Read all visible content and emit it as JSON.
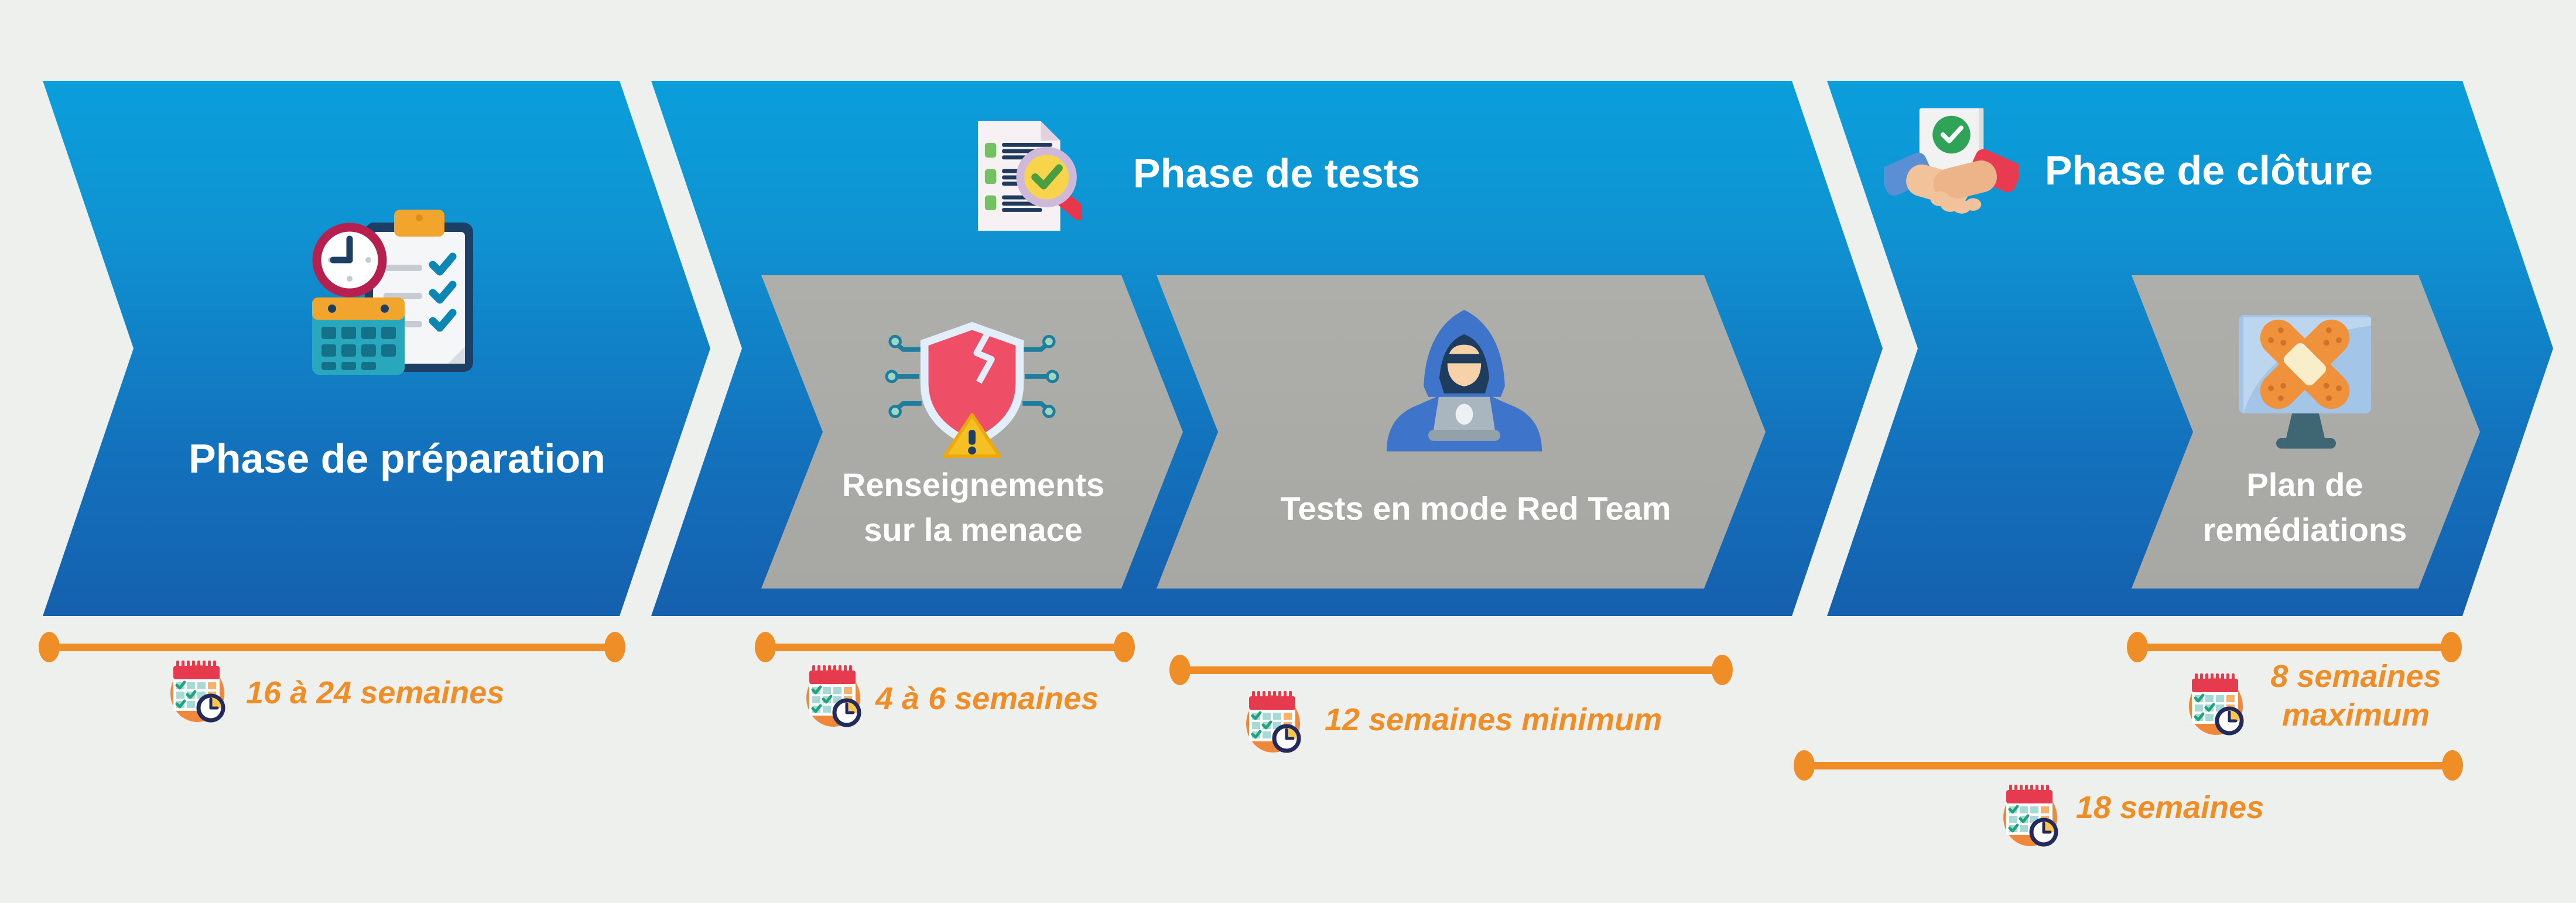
{
  "diagram": {
    "background": "#eef0ee",
    "colors": {
      "chevron_gradient_top": "#0a9edb",
      "chevron_gradient_bottom": "#1560ae",
      "substep_gray": "#a9a9a5",
      "timeline_orange": "#ef8e26",
      "text_white": "#ffffff"
    },
    "phases": [
      {
        "title": "Phase de préparation",
        "icon": "clipboard-schedule-icon",
        "duration": {
          "label": "16 à 24 semaines",
          "icon": "calendar-clock-icon"
        }
      },
      {
        "title": "Phase de tests",
        "icon": "checklist-magnifier-icon",
        "steps": [
          {
            "label_line1": "Renseignements",
            "label_line2": "sur la menace",
            "icon": "broken-shield-icon",
            "duration": {
              "label": "4 à 6 semaines",
              "icon": "calendar-clock-icon"
            }
          },
          {
            "label": "Tests en mode Red Team",
            "icon": "hacker-laptop-icon",
            "duration": {
              "label": "12 semaines minimum",
              "icon": "calendar-clock-icon"
            }
          }
        ]
      },
      {
        "title": "Phase de clôture",
        "icon": "handshake-icon",
        "steps": [
          {
            "label_line1": "Plan de",
            "label_line2": "remédiations",
            "icon": "patched-monitor-icon",
            "duration": {
              "label_line1": "8 semaines",
              "label_line2": "maximum",
              "icon": "calendar-clock-icon"
            }
          }
        ],
        "total_duration": {
          "label": "18 semaines",
          "icon": "calendar-clock-icon"
        }
      }
    ]
  }
}
